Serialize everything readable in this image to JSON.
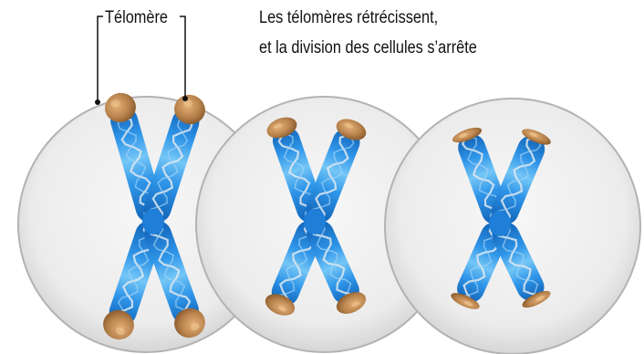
{
  "labels": {
    "telomere": "Télomère",
    "caption_line_1": "Les télomères rétrécissent,",
    "caption_line_2": "et la division des cellules s’arrête"
  },
  "colors": {
    "background": "#ffffff",
    "cell_fill": "#eeeeee",
    "cell_stroke": "#b3b3b3",
    "chromatid_blue": "#1f7fd8",
    "chromatid_light_blue": "#6fc2f5",
    "telomere_tan": "#b8834d",
    "dna_helix": "#d9e3ea",
    "text": "#111111"
  },
  "cells": [
    {
      "name": "cell-long-telomeres",
      "telomere_size": "long"
    },
    {
      "name": "cell-medium-telomeres",
      "telomere_size": "medium"
    },
    {
      "name": "cell-short-telomeres",
      "telomere_size": "short"
    }
  ]
}
